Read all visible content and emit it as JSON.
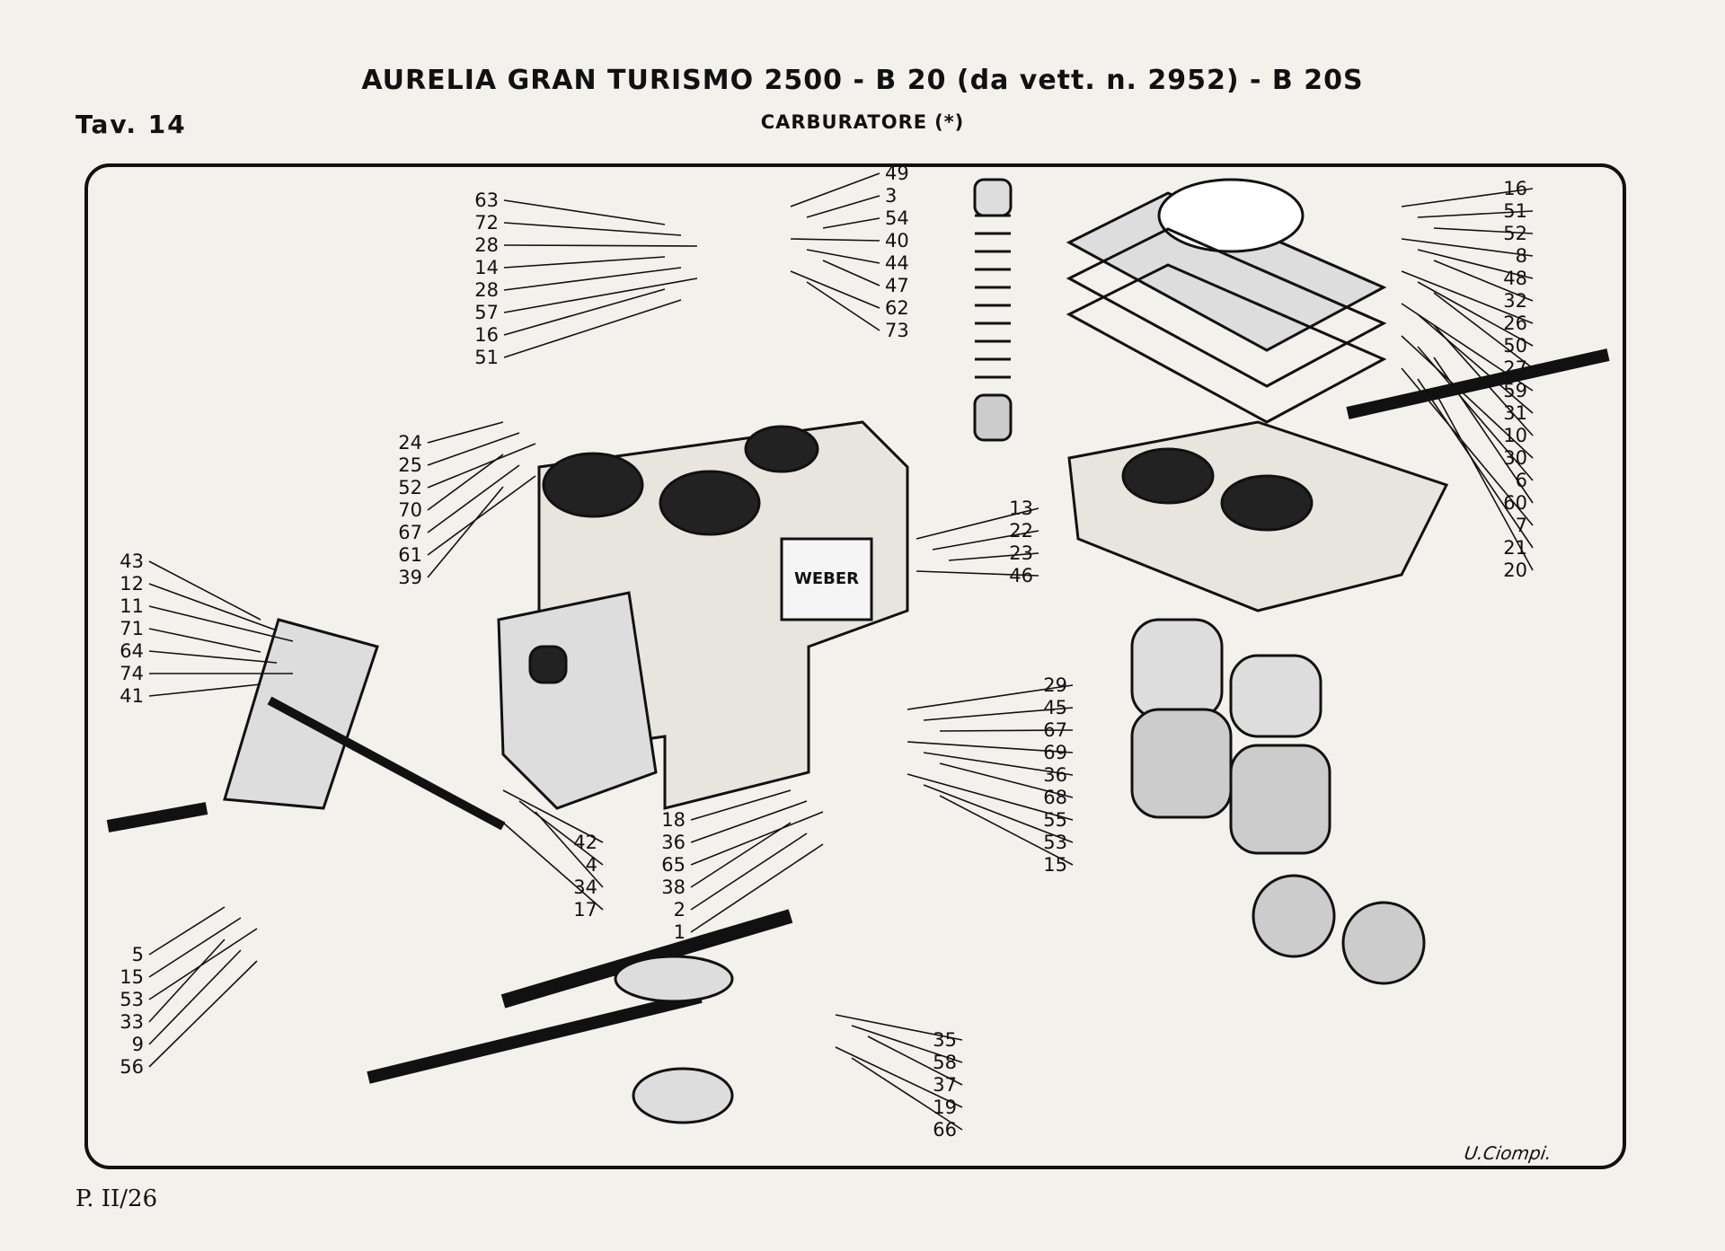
{
  "header": {
    "title": "AURELIA GRAN TURISMO 2500 - B 20 (da vett. n. 2952) - B 20S",
    "plate": "Tav. 14",
    "subtitle": "CARBURATORE",
    "subtitle_note": "(*)"
  },
  "footer": {
    "page": "P. II/26",
    "signature": "U.Ciompi."
  },
  "callouts": {
    "left_top": [
      "63",
      "72",
      "28",
      "14",
      "28",
      "57",
      "16",
      "51"
    ],
    "top_mid": [
      "49",
      "3",
      "54",
      "40",
      "44",
      "47",
      "62",
      "73"
    ],
    "left_mid": [
      "24",
      "25",
      "52",
      "70",
      "67",
      "61",
      "39"
    ],
    "far_left": [
      "43",
      "12",
      "11",
      "71",
      "64",
      "74",
      "41"
    ],
    "right_body": [
      "13",
      "22",
      "23",
      "46"
    ],
    "right_list": [
      "29",
      "45",
      "67",
      "69",
      "36",
      "68",
      "55",
      "53",
      "15"
    ],
    "bottom_left": [
      "5",
      "15",
      "53",
      "33",
      "9",
      "56"
    ],
    "bottom_mid_left": [
      "42",
      "4",
      "34",
      "17"
    ],
    "bottom_mid": [
      "18",
      "36",
      "65",
      "38",
      "2",
      "1"
    ],
    "bottom_right": [
      "35",
      "58",
      "37",
      "19",
      "66"
    ],
    "far_right": [
      "16",
      "51",
      "52",
      "8",
      "48",
      "32",
      "26",
      "50",
      "27",
      "59",
      "31",
      "10",
      "30",
      "6",
      "60",
      "7",
      "21",
      "20"
    ]
  },
  "plate_label": "WEBER",
  "colors": {
    "ink": "#111111",
    "paper": "#f3f1ec"
  }
}
